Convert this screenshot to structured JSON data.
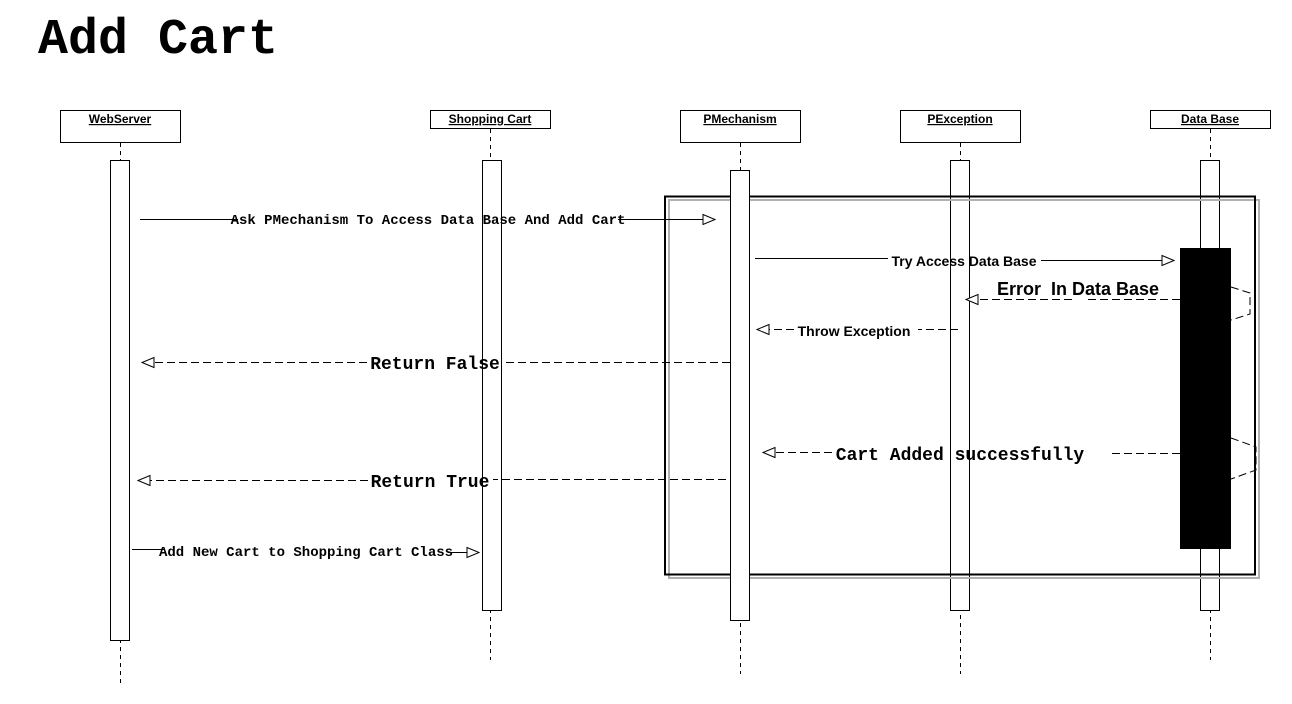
{
  "title": "Add Cart",
  "lifelines": [
    {
      "id": "webserver",
      "label": "WebServer"
    },
    {
      "id": "shopping-cart",
      "label": "Shopping Cart"
    },
    {
      "id": "pmechanism",
      "label": "PMechanism"
    },
    {
      "id": "pexception",
      "label": "PException"
    },
    {
      "id": "database",
      "label": "Data Base"
    }
  ],
  "messages": [
    {
      "id": "ask-pmechanism",
      "label": "Ask PMechanism To Access Data Base And Add Cart"
    },
    {
      "id": "try-access",
      "label": "Try Access Data Base"
    },
    {
      "id": "error-db",
      "label": "Error  In Data Base"
    },
    {
      "id": "throw-exception",
      "label": "Throw Exception"
    },
    {
      "id": "return-false",
      "label": "Return False"
    },
    {
      "id": "cart-added",
      "label": "Cart Added successfully"
    },
    {
      "id": "return-true",
      "label": "Return True"
    },
    {
      "id": "add-new-cart",
      "label": "Add New Cart to Shopping Cart Class"
    }
  ]
}
